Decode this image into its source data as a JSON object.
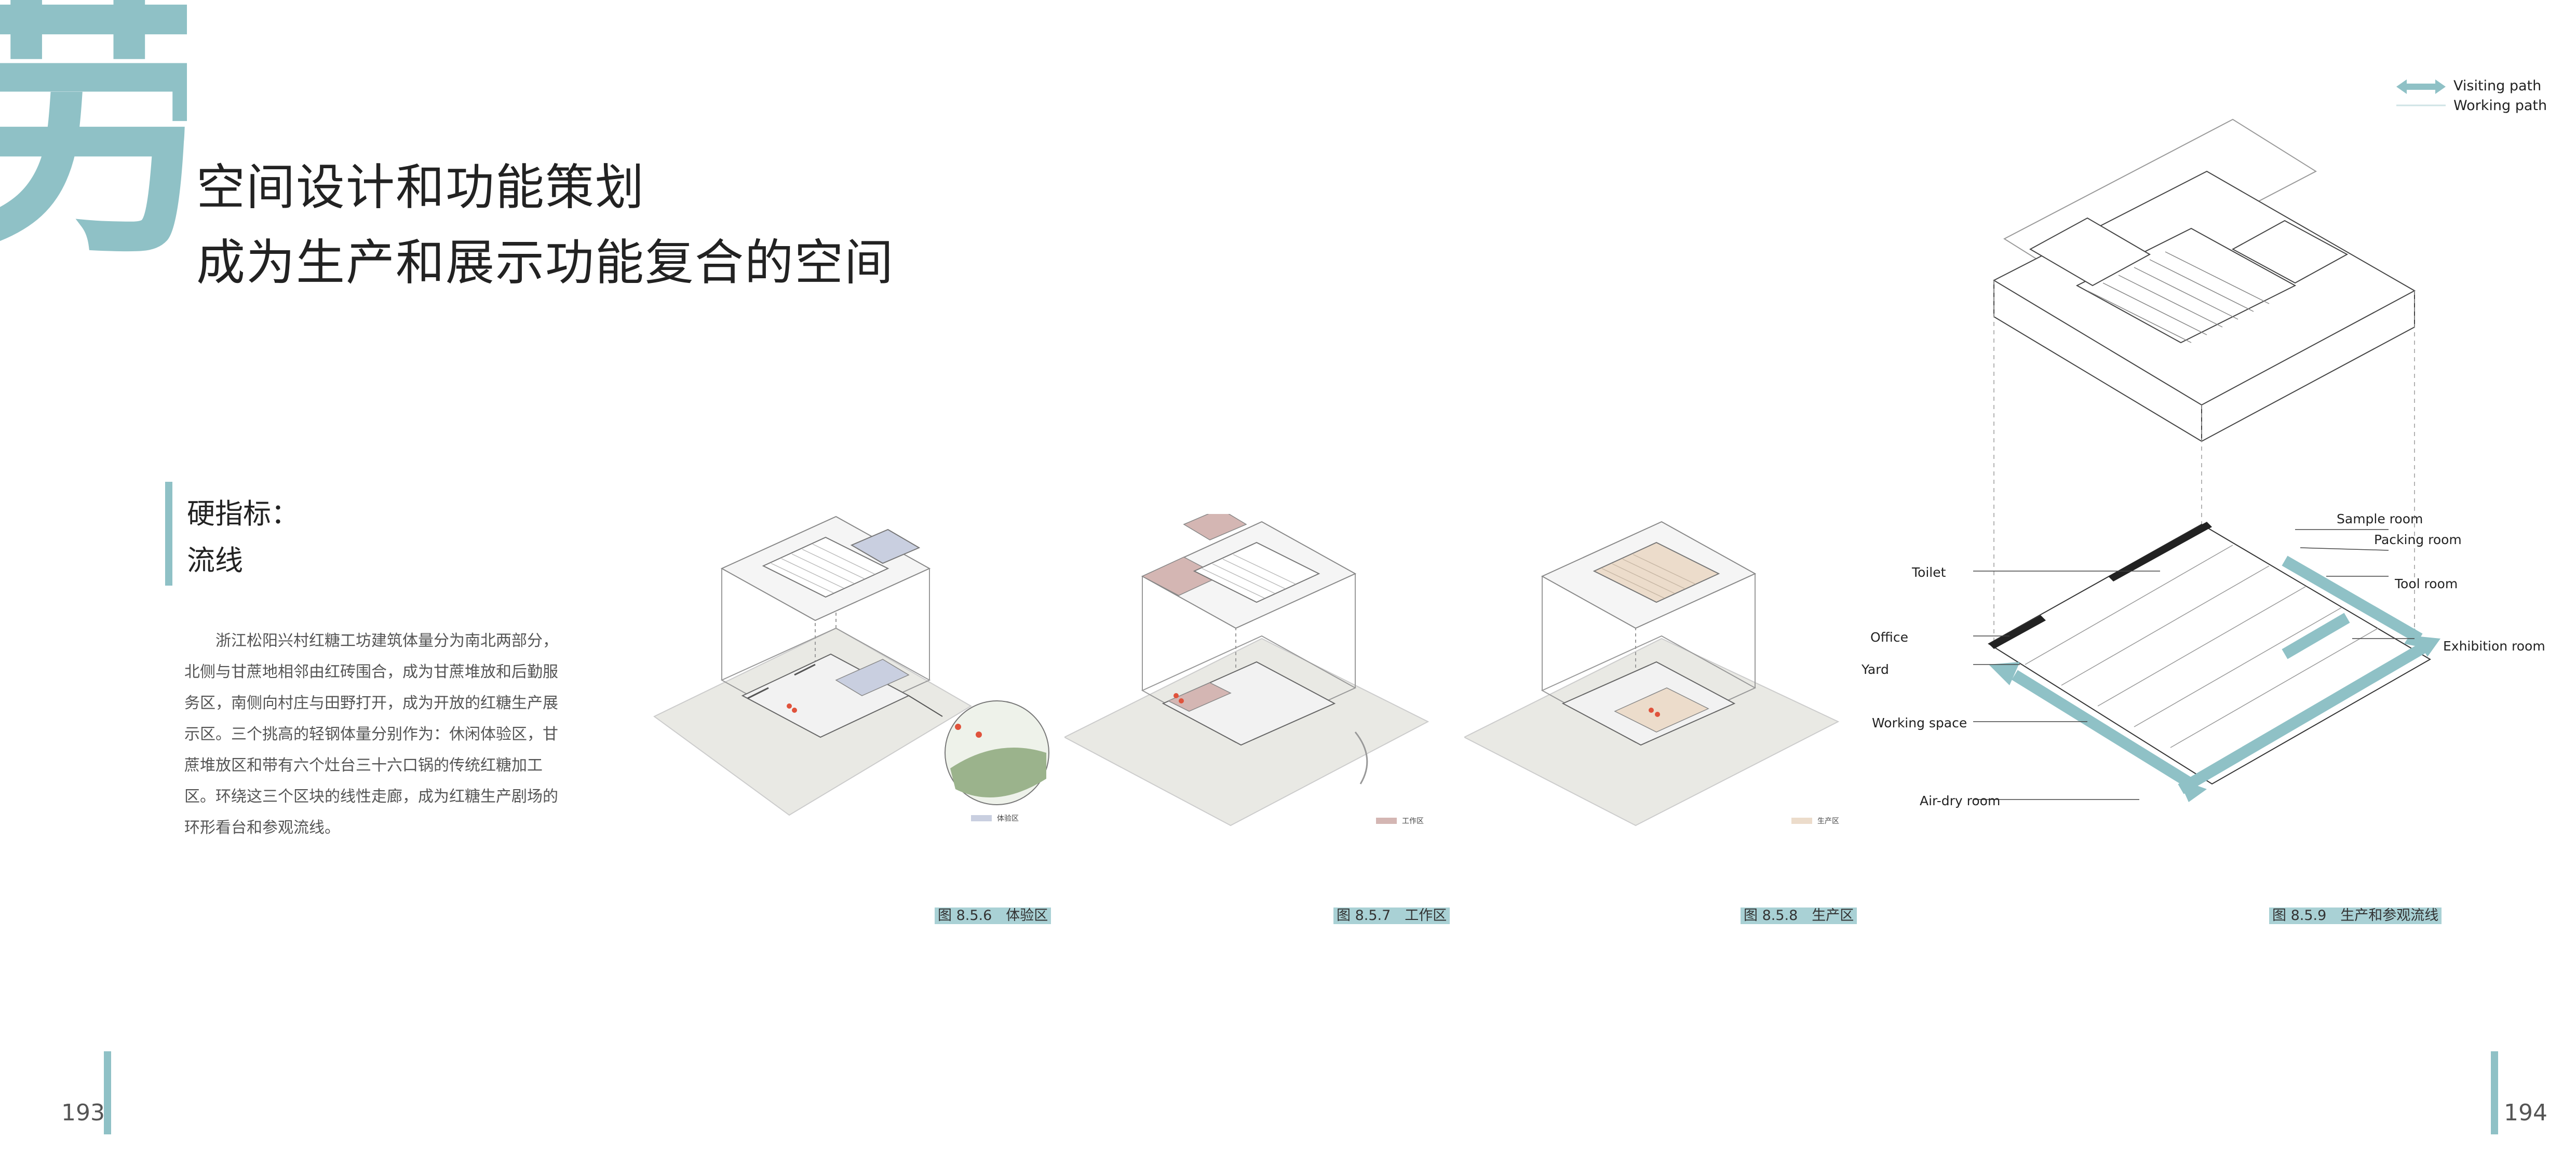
{
  "decor": {
    "big_glyph": "劳"
  },
  "titles": {
    "line1": "空间设计和功能策划",
    "line2": "成为生产和展示功能复合的空间"
  },
  "section": {
    "heading1": "硬指标：",
    "heading2": "流线"
  },
  "body": {
    "paragraph": "浙江松阳兴村红糖工坊建筑体量分为南北两部分，北侧与甘蔗地相邻由红砖围合，成为甘蔗堆放和后勤服务区，南侧向村庄与田野打开，成为开放的红糖生产展示区。三个挑高的轻钢体量分别作为：休闲体验区，甘蔗堆放区和带有六个灶台三十六口锅的传统红糖加工区。环绕这三个区块的线性走廊，成为红糖生产剧场的环形看台和参观流线。"
  },
  "figures": [
    {
      "caption": "图 8.5.6　体验区",
      "swatch_label": "体验区",
      "highlight": "#c9cfe0"
    },
    {
      "caption": "图 8.5.7　工作区",
      "swatch_label": "工作区",
      "highlight": "#d4b6b3"
    },
    {
      "caption": "图 8.5.8　生产区",
      "swatch_label": "生产区",
      "highlight": "#ecdccb"
    },
    {
      "caption": "图 8.5.9　生产和参观流线"
    }
  ],
  "legend": {
    "visiting": "Visiting path",
    "working": "Working path"
  },
  "annotations": {
    "sample_room": "Sample room",
    "packing_room": "Packing room",
    "tool_room": "Tool room",
    "exhibition_room": "Exhibition room",
    "toilet": "Toilet",
    "office": "Office",
    "yard": "Yard",
    "working_space": "Working space",
    "air_dry_room": "Air-dry room"
  },
  "pages": {
    "left": "193",
    "right": "194"
  },
  "colors": {
    "accent": "#8fc1c6",
    "caption_bg": "#a9d1d5",
    "path": "#8fc1c6"
  }
}
